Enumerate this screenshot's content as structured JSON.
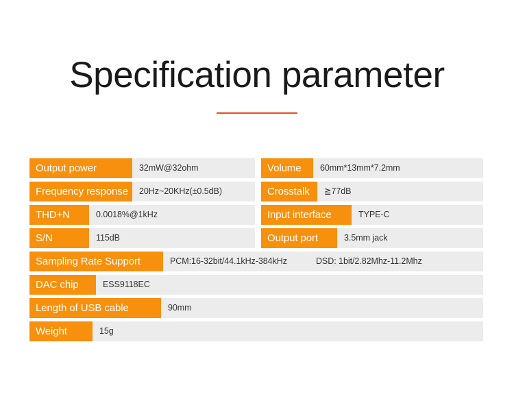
{
  "header": {
    "title": "Specification parameter",
    "accent_color": "#e8501a"
  },
  "theme": {
    "label_bg": "#f7900c",
    "label_text": "#ffffff",
    "value_bg": "#ececec",
    "value_text": "#333333",
    "page_bg": "#ffffff"
  },
  "spec_table": {
    "rows": [
      {
        "layout": "two-column",
        "left": {
          "label": "Output power",
          "value": "32mW@32ohm"
        },
        "right": {
          "label": "Volume",
          "value": "60mm*13mm*7.2mm"
        }
      },
      {
        "layout": "two-column",
        "left": {
          "label": "Frequency response",
          "value": "20Hz~20KHz(±0.5dB)"
        },
        "right": {
          "label": "Crosstalk",
          "value": "≧77dB"
        }
      },
      {
        "layout": "two-column",
        "left": {
          "label": "THD+N",
          "value": "0.0018%@1kHz"
        },
        "right": {
          "label": "Input interface",
          "value": "TYPE-C"
        }
      },
      {
        "layout": "two-column",
        "left": {
          "label": "S/N",
          "value": "115dB"
        },
        "right": {
          "label": "Output port",
          "value": "3.5mm jack"
        }
      },
      {
        "layout": "full-width",
        "full": {
          "label": "Sampling Rate Support",
          "value": "PCM:16-32bit/44.1kHz-384kHz",
          "value2": "DSD: 1bit/2.82Mhz-11.2Mhz"
        }
      },
      {
        "layout": "full-width",
        "full": {
          "label": "DAC chip",
          "value": "ESS9118EC"
        }
      },
      {
        "layout": "full-width",
        "full": {
          "label": "Length of USB cable",
          "value": "90mm"
        }
      },
      {
        "layout": "full-width",
        "full": {
          "label": "Weight",
          "value": "15g"
        }
      }
    ]
  }
}
